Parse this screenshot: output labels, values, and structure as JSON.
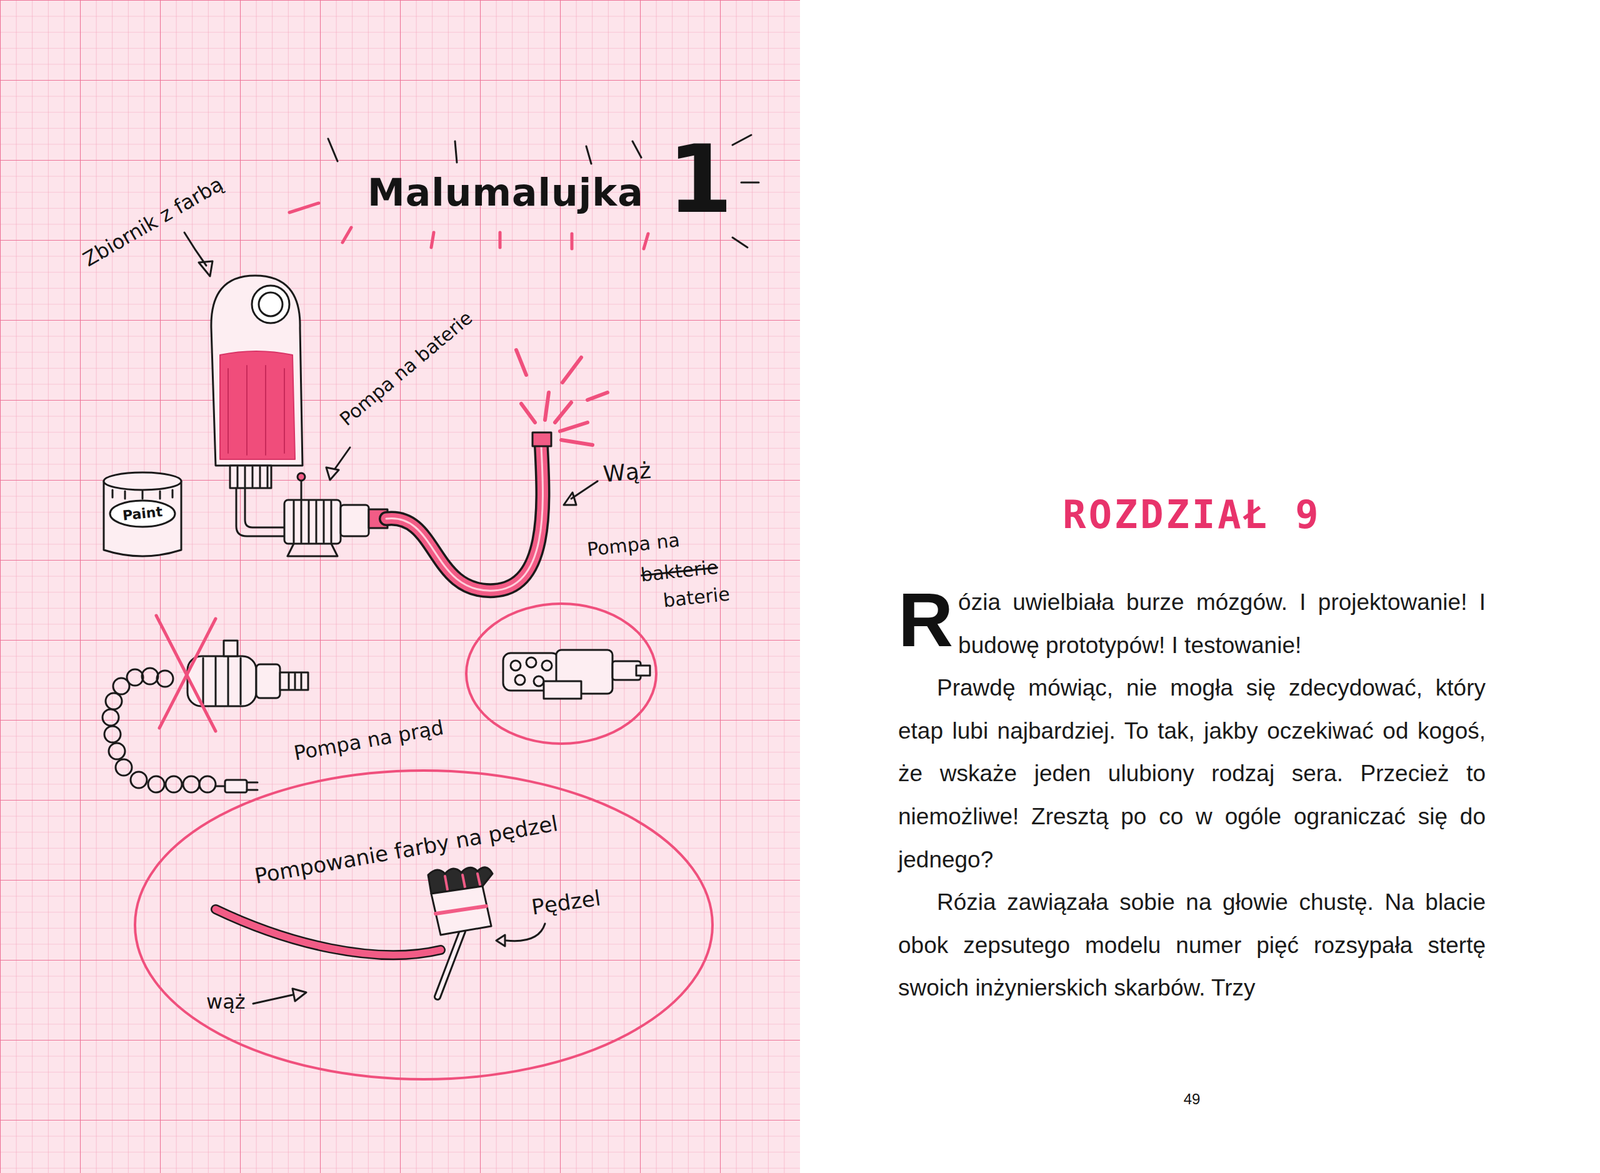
{
  "diagram": {
    "title": "Malumalujka",
    "nodes": [
      {
        "text": [
          "Pompowanie farby na pędzel",
          "Pędzel",
          "wąż"
        ]
      },
      {
        "text": [
          "Pompa na",
          "bakterie",
          "baterie"
        ]
      }
    ],
    "labels": [
      "Zbiornik z farbą",
      "1",
      "Pompa na baterie",
      "Paint",
      "Wąż",
      "Pompa na prąd",
      "ROZDZIAŁ 9",
      "Rózia uwielbiała burze mózgów. I projektowanie! I budowę prototypów! I testowanie!",
      "Prawdę mówiąc, nie mogła się zdecydować, który etap lubi najbardziej. To tak, jakby oczekiwać od kogoś, że wskaże jeden ulubiony rodzaj sera. Przecież to niemożliwe! Zresztą po co w ogóle ograniczać się do jednego?",
      "Rózia zawiązała sobie na głowie chustę. Na blacie obok zepsutego modelu numer pięć rozsypała stertę swoich inżynierskich skarbów. Trzy",
      "49"
    ]
  }
}
